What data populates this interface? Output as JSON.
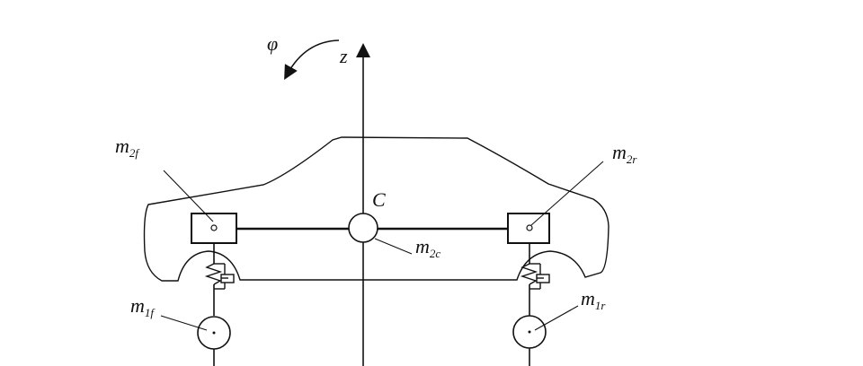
{
  "labels": {
    "rotation": {
      "symbol": "φ"
    },
    "z_axis": {
      "symbol": "z"
    },
    "center": {
      "symbol": "C"
    },
    "front_body_mass": {
      "symbol": "m",
      "subscript": "2f"
    },
    "rear_body_mass": {
      "symbol": "m",
      "subscript": "2r"
    },
    "center_mass": {
      "symbol": "m",
      "subscript": "2c"
    },
    "front_wheel_mass": {
      "symbol": "m",
      "subscript": "1f"
    },
    "rear_wheel_mass": {
      "symbol": "m",
      "subscript": "1r"
    }
  },
  "colors": {
    "ink": "#111111",
    "background": "#ffffff"
  }
}
